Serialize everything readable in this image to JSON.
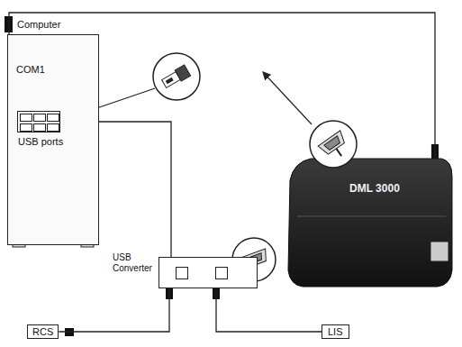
{
  "diagram": {
    "nodes": [
      {
        "text": [
          "Computer"
        ]
      },
      {
        "text": [
          "USB ports"
        ],
        "in": 0
      },
      {
        "text": [
          "USB Converter"
        ]
      },
      {
        "text": [
          "RCS"
        ]
      },
      {
        "text": [
          "LIS"
        ]
      },
      {
        "text": [
          "DML 3000"
        ]
      }
    ],
    "edges": [
      {
        "from": 1,
        "to": 2,
        "arrow": "none"
      },
      {
        "from": 2,
        "to": 3,
        "arrow": "none"
      },
      {
        "from": 2,
        "to": 4,
        "arrow": "none"
      },
      {
        "from": 5,
        "to": 0,
        "arrow": "none"
      }
    ],
    "labels": [
      "COM1"
    ]
  }
}
